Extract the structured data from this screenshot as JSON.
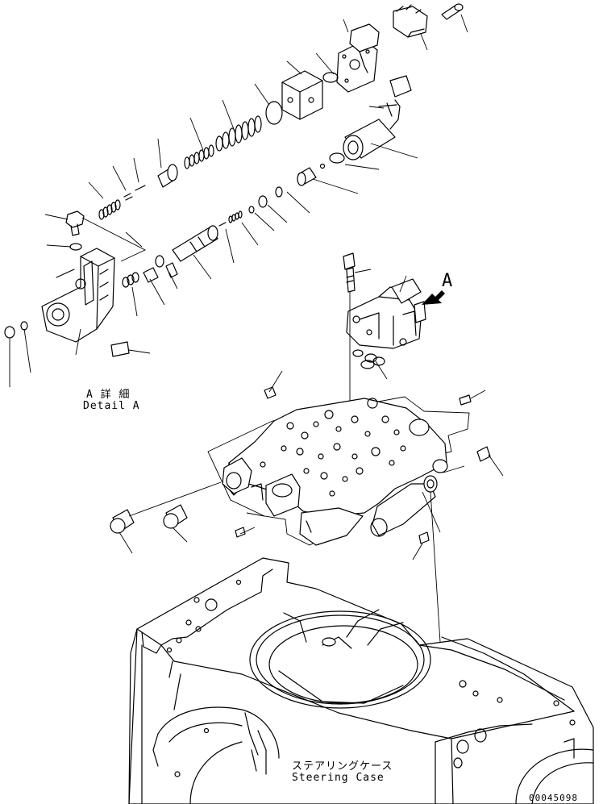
{
  "labels": {
    "detail_jp": "A 詳 細",
    "detail_en": "Detail A",
    "view_marker": "A",
    "case_jp": "ステアリングケース",
    "case_en": "Steering Case",
    "drawing_number": "00045098"
  }
}
